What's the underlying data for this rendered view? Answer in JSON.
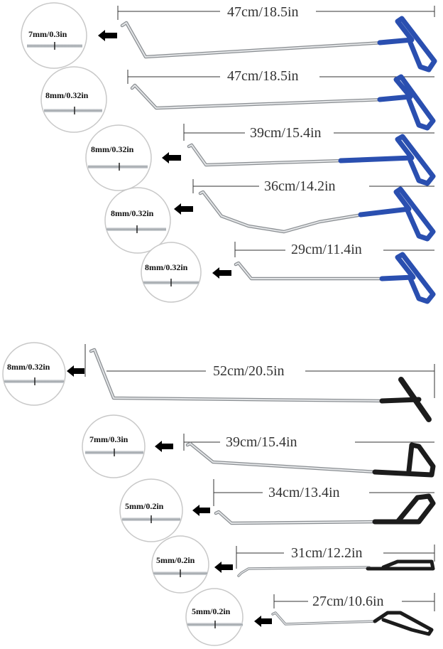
{
  "colors": {
    "background": "#ffffff",
    "blue_handle": "#2a4fb0",
    "black_handle": "#1c1c1c",
    "rod": "#b8bcc0",
    "rod_dark": "#6f7377",
    "circle_border": "#c8c8c8",
    "arrow": "#000000",
    "dimension_line": "#333333"
  },
  "tools": [
    {
      "length_label": "47cm/18.5in",
      "diameter_label": "7mm/0.3in",
      "handle": "blue",
      "tip": "bend-left"
    },
    {
      "length_label": "47cm/18.5in",
      "diameter_label": "8mm/0.32in",
      "handle": "blue",
      "tip": "hook-left"
    },
    {
      "length_label": "39cm/15.4in",
      "diameter_label": "8mm/0.32in",
      "handle": "blue",
      "tip": "hook-left"
    },
    {
      "length_label": "36cm/14.2in",
      "diameter_label": "8mm/0.32in",
      "handle": "blue",
      "tip": "v-bend"
    },
    {
      "length_label": "29cm/11.4in",
      "diameter_label": "8mm/0.32in",
      "handle": "blue",
      "tip": "hook-left"
    },
    {
      "length_label": "52cm/20.5in",
      "diameter_label": "8mm/0.32in",
      "handle": "black-t",
      "tip": "long-bend"
    },
    {
      "length_label": "39cm/15.4in",
      "diameter_label": "7mm/0.3in",
      "handle": "black-triangle",
      "tip": "hook-left"
    },
    {
      "length_label": "34cm/13.4in",
      "diameter_label": "5mm/0.2in",
      "handle": "black-triangle",
      "tip": "hook-left"
    },
    {
      "length_label": "31cm/12.2in",
      "diameter_label": "5mm/0.2in",
      "handle": "black-loop",
      "tip": "short-hook"
    },
    {
      "length_label": "27cm/10.6in",
      "diameter_label": "5mm/0.2in",
      "handle": "black-loop",
      "tip": "short-hook"
    }
  ]
}
